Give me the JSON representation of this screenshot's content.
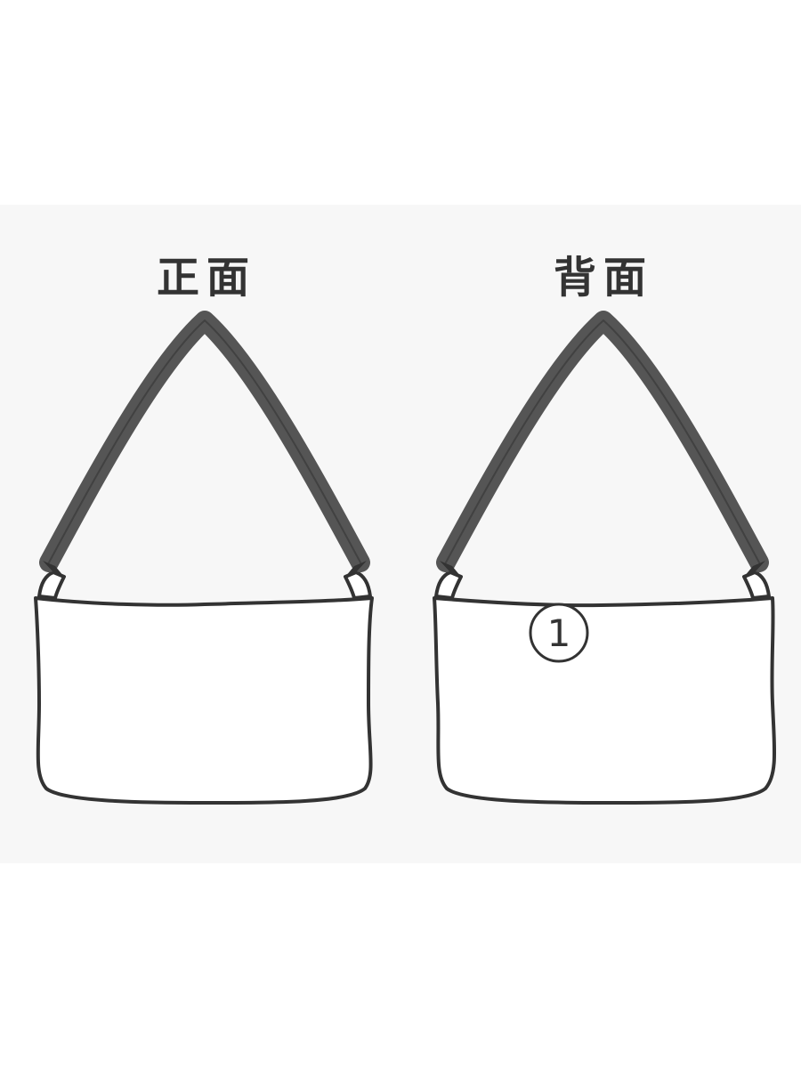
{
  "views": [
    {
      "id": "front",
      "title": "正面"
    },
    {
      "id": "back",
      "title": "背面",
      "marker": "1"
    }
  ],
  "colors": {
    "panel_background": "#f7f7f7",
    "outline": "#333333",
    "strap": "#555555",
    "bag_fill": "#ffffff"
  }
}
